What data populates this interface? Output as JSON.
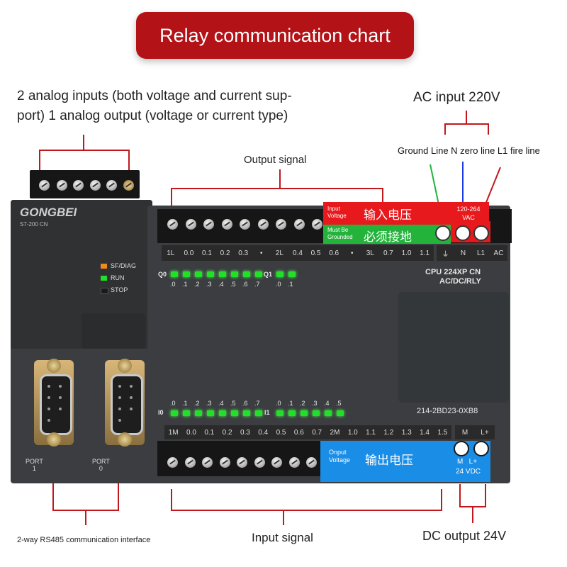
{
  "title": "Relay communication chart",
  "callouts": {
    "analog": "2 analog inputs (both voltage and current sup-\nport) 1 analog output (voltage or current type)",
    "ac_input": "AC input 220V",
    "ground_line": "Ground Line N zero line L1 fire line",
    "output_signal": "Output signal",
    "rs485": "2-way RS485 communication interface",
    "input_signal": "Input signal",
    "dc_output": "DC output 24V"
  },
  "plc": {
    "brand": "GONGBEI",
    "model_small": "S7-200 CN",
    "cpu": "CPU 224XP CN",
    "cpu_type": "AC/DC/RLY",
    "part_no": "214-2BD23-0XB8",
    "status": [
      "SF/DIAG",
      "RUN",
      "STOP"
    ],
    "status_colors": [
      "#f08a1c",
      "#22e02a",
      "#222222"
    ],
    "port1": "PORT\n1",
    "port0": "PORT\n0",
    "q_label": "Q0",
    "q1_label": "Q1",
    "q_leds": [
      ".0",
      ".1",
      ".2",
      ".3",
      ".4",
      ".5",
      ".6",
      ".7"
    ],
    "q1_leds": [
      ".0",
      ".1"
    ],
    "i_label": "I0",
    "i1_label": "I1",
    "i_leds": [
      ".0",
      ".1",
      ".2",
      ".3",
      ".4",
      ".5",
      ".6",
      ".7"
    ],
    "i1_leds": [
      ".0",
      ".1",
      ".2",
      ".3",
      ".4",
      ".5"
    ],
    "top_terminals": [
      "1L",
      "0.0",
      "0.1",
      "0.2",
      "0.3",
      "•",
      "2L",
      "0.4",
      "0.5",
      "0.6",
      "•",
      "3L",
      "0.7",
      "1.0",
      "1.1"
    ],
    "top_right_terminals": [
      "⏚",
      "N",
      "L1",
      "AC"
    ],
    "bottom_terminals": [
      "1M",
      "0.0",
      "0.1",
      "0.2",
      "0.3",
      "0.4",
      "0.5",
      "0.6",
      "0.7",
      "2M",
      "1.0",
      "1.1",
      "1.2",
      "1.3",
      "1.4",
      "1.5"
    ],
    "bottom_right_terminals": [
      "M",
      "L+"
    ],
    "input_voltage_en": "Input\nVoltage",
    "input_voltage_cn": "输入电压",
    "voltage_range": "120-264\nVAC",
    "grounded_en": "Must Be\nGrounded",
    "grounded_cn": "必须接地",
    "output_voltage_en": "Onput\nVoltage",
    "output_voltage_cn": "输出电压",
    "dc_terms": "M   L+",
    "dc_24": "24 VDC"
  },
  "colors": {
    "banner": "#b31217",
    "callout_line": "#c0181d",
    "led_green": "#22e02a",
    "label_red": "#e8191c",
    "label_green": "#23b33b",
    "label_blue": "#1a8de6"
  }
}
